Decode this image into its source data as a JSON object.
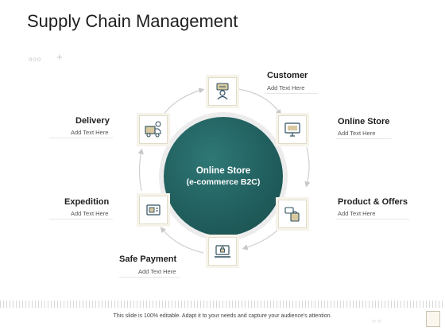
{
  "title": "Supply Chain Management",
  "decor": {
    "dots": "ooo",
    "plus": "+"
  },
  "center": {
    "line1": "Online Store",
    "line2": "(e-commerce B2C)"
  },
  "nodes": {
    "customer": {
      "title": "Customer",
      "sub": "Add Text Here",
      "icon": "customer-support-icon"
    },
    "online_store": {
      "title": "Online Store",
      "sub": "Add Text Here",
      "icon": "monitor-store-icon"
    },
    "product_offers": {
      "title": "Product & Offers",
      "sub": "Add Text Here",
      "icon": "shopping-bag-offer-icon"
    },
    "safe_payment": {
      "title": "Safe Payment",
      "sub": "Add Text Here",
      "icon": "laptop-lock-icon"
    },
    "expedition": {
      "title": "Expedition",
      "sub": "Add Text Here",
      "icon": "shipping-box-icon"
    },
    "delivery": {
      "title": "Delivery",
      "sub": "Add Text Here",
      "icon": "delivery-truck-icon"
    }
  },
  "colors": {
    "teal": "#215f5e",
    "icon_line": "#2f4f5f",
    "icon_accent": "#d8c9a0",
    "node_border": "#e2dccb"
  },
  "footer": {
    "text": "This slide is 100% editable. Adapt it to your needs and capture your audience's attention."
  }
}
